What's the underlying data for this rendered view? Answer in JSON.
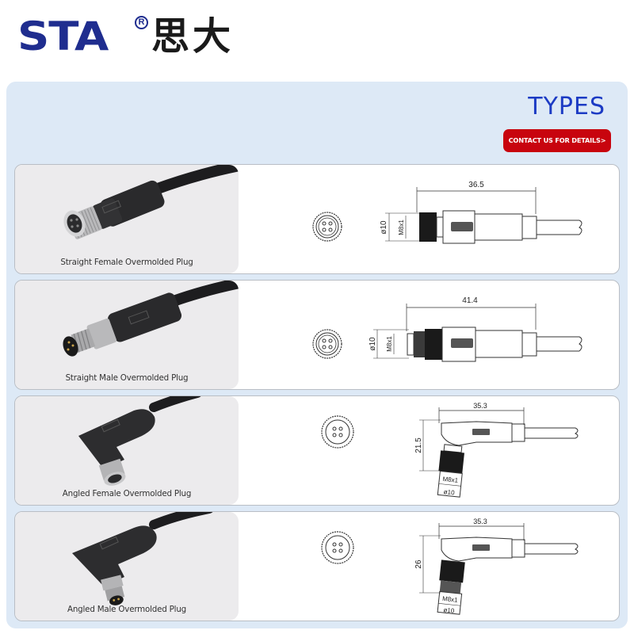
{
  "brand": {
    "logo_text": "STA",
    "registered_mark": "R",
    "logo_chinese": "思大"
  },
  "header": {
    "title": "TYPES",
    "contact_button_label": "CONTACT US FOR DETAILS>"
  },
  "colors": {
    "brand_blue": "#1f2d8f",
    "title_blue": "#1c3bc4",
    "button_red": "#c8040e",
    "panel_bg": "#dde9f6",
    "photo_bg": "#ecebed"
  },
  "products": [
    {
      "caption": "Straight Female Overmolded Plug",
      "length": "36.5",
      "diameter": "ø10",
      "thread": "M8x1"
    },
    {
      "caption": "Straight Male Overmolded Plug",
      "length": "41.4",
      "diameter": "ø10",
      "thread": "M8x1"
    },
    {
      "caption": "Angled Female Overmolded Plug",
      "length": "35.3",
      "height": "21.5",
      "diameter": "ø10",
      "thread": "M8x1"
    },
    {
      "caption": "Angled Male Overmolded Plug",
      "length": "35.3",
      "height": "26",
      "diameter": "ø10",
      "thread": "M8x1"
    }
  ]
}
